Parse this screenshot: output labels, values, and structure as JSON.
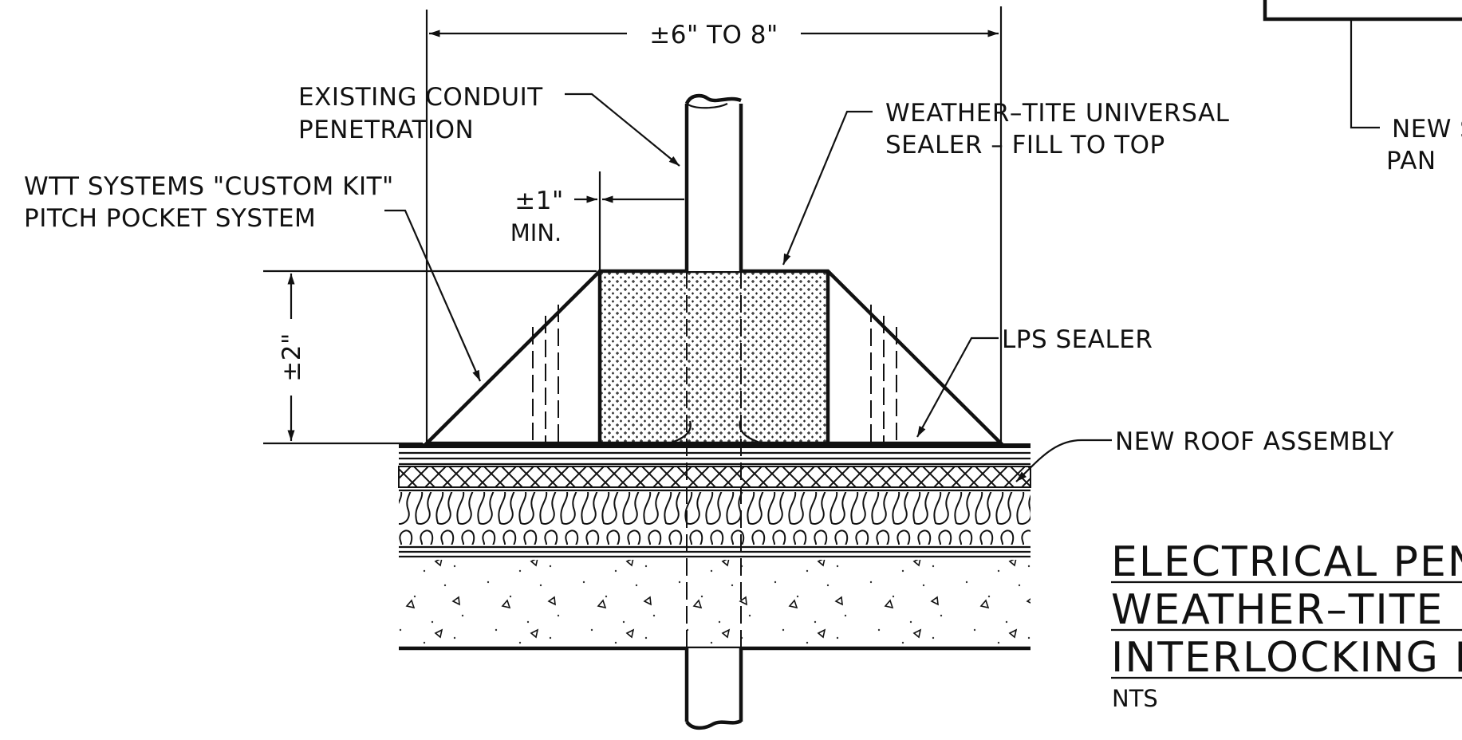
{
  "dimensions": {
    "width": "±6\" TO 8\"",
    "clearance": "±1\"",
    "clearance_sub": "MIN.",
    "height": "±2\""
  },
  "labels": {
    "conduit_line1": "EXISTING CONDUIT",
    "conduit_line2": "PENETRATION",
    "wtt_line1": "WTT SYSTEMS \"CUSTOM KIT\"",
    "wtt_line2": "PITCH POCKET SYSTEM",
    "sealer_line1": "WEATHER–TITE UNIVERSAL",
    "sealer_line2": "SEALER – FILL TO TOP",
    "lps": "LPS SEALER",
    "roof": "NEW ROOF ASSEMBLY",
    "new_line1": "NEW S",
    "new_line2": "PAN"
  },
  "title": {
    "line1": "ELECTRICAL PEN",
    "line2": "WEATHER–TITE \"",
    "line3": "INTERLOCKING P",
    "scale": "NTS"
  }
}
